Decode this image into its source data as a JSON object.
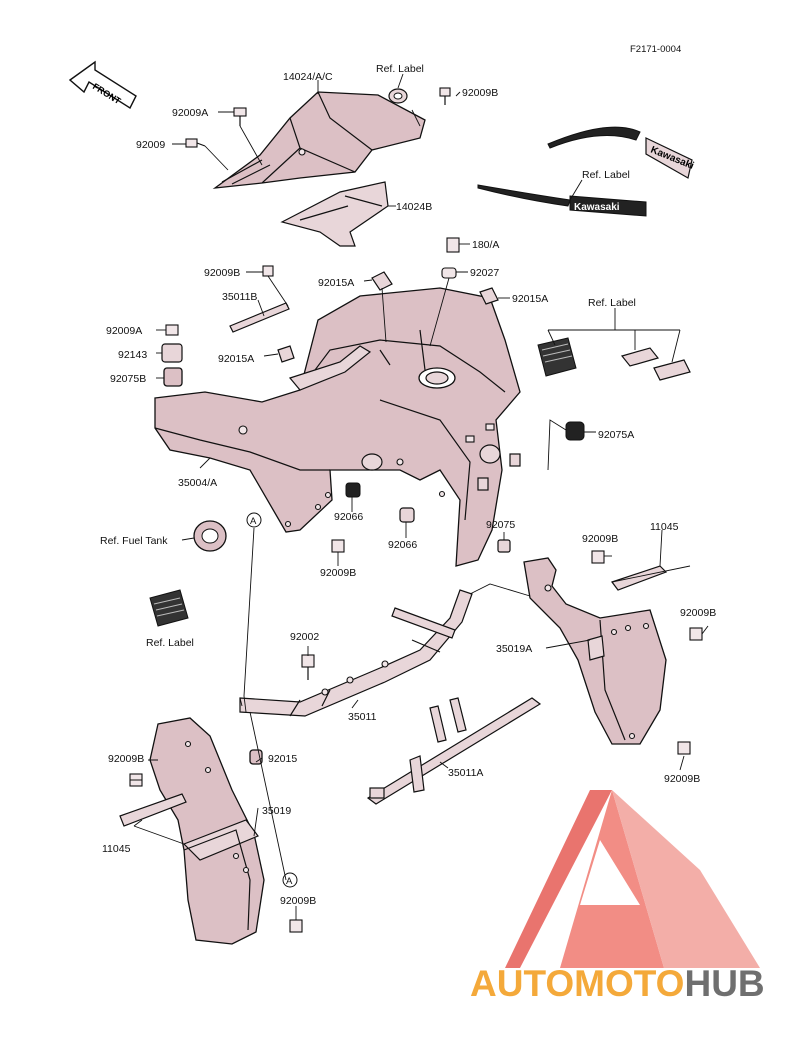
{
  "figure_code": "F2171-0004",
  "front_arrow": "FRONT",
  "decal_text": {
    "upper": "Kawasaki",
    "lower": "Kawasaki"
  },
  "ref_marker": "A",
  "labels": {
    "p14024AC": "14024/A/C",
    "refLabel1": "Ref. Label",
    "p92009B_1": "92009B",
    "p92009A_1": "92009A",
    "p92009": "92009",
    "refLabel2": "Ref. Label",
    "p14024B": "14024B",
    "p180A": "180/A",
    "p92009B_2": "92009B",
    "p92015A_1": "92015A",
    "p92027": "92027",
    "p35011B": "35011B",
    "p92015A_2": "92015A",
    "refLabel3": "Ref. Label",
    "p92009A_2": "92009A",
    "p92143": "92143",
    "p92015A_3": "92015A",
    "p92075B": "92075B",
    "p92075A": "92075A",
    "p35004A": "35004/A",
    "p92066_1": "92066",
    "p92066_2": "92066",
    "p92075": "92075",
    "p92009B_3": "92009B",
    "p11045_1": "11045",
    "refFuelTank": "Ref. Fuel Tank",
    "p92009B_4": "92009B",
    "p92009B_5": "92009B",
    "refLabel4": "Ref. Label",
    "p35019A": "35019A",
    "p92002": "92002",
    "p35011": "35011",
    "p92009B_6": "92009B",
    "p92015": "92015",
    "p35011A": "35011A",
    "p92009B_7": "92009B",
    "p35019": "35019",
    "p11045_2": "11045",
    "p92009B_8": "92009B"
  },
  "watermark": {
    "part1": "AUTOMOTO",
    "part2": "HUB"
  },
  "colors": {
    "part_fill": "#dcc0c5",
    "watermark_red": "#e63a35",
    "watermark_orange": "#f4a93a",
    "watermark_gray": "#6f6f6f"
  }
}
